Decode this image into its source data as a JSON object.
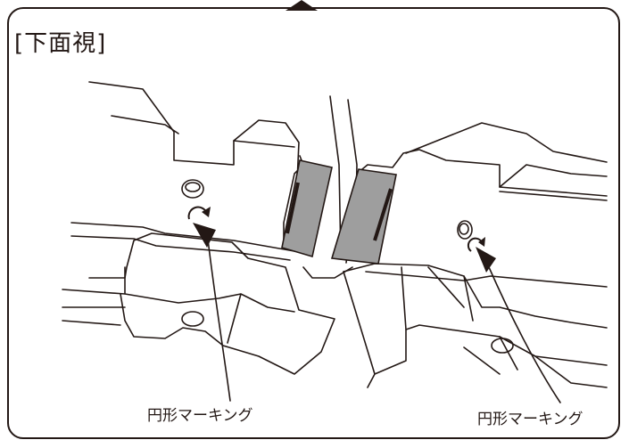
{
  "title": "[下面視]",
  "callouts": {
    "left": "円形マーキング",
    "right": "円形マーキング"
  },
  "colors": {
    "line": "#231815",
    "pad_fill": "#9e9e9e",
    "pad_dark": "#231815"
  }
}
